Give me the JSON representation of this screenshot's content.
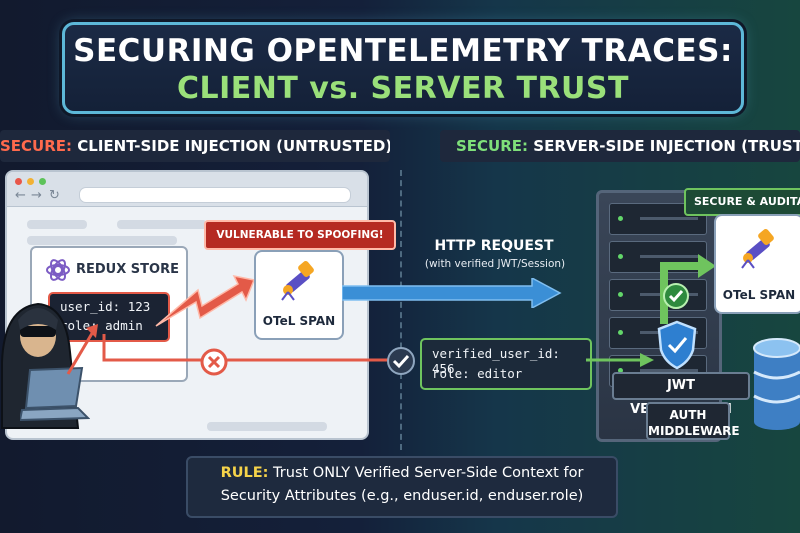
{
  "title": {
    "line1": "SECURING OPENTELEMETRY TRACES:",
    "line2": "CLIENT vs. SERVER TRUST"
  },
  "left_section": {
    "keyword": "SECURE:",
    "text": " CLIENT-SIDE INJECTION (UNTRUSTED)"
  },
  "right_section": {
    "keyword": "SECURE:",
    "text": " SERVER-SIDE INJECTION (TRUSTED)"
  },
  "redux_store": {
    "title": "REDUX STORE",
    "line1": "user_id: 123",
    "line2": "role: admin"
  },
  "vulnerable_badge": "VULNERABLE TO SPOOFING!",
  "otel_span_left": "OTeL SPAN",
  "otel_span_right": "OTeL SPAN",
  "http_request": {
    "label": "HTTP REQUEST",
    "sub": "(with verified JWT/Session)"
  },
  "verified_context": {
    "line1": "verified_user_id: 456",
    "line2": "role: editor"
  },
  "secure_badge": "SECURE & AUDITABLE",
  "jwt_verification": "JWT VERIFICATION",
  "auth_middleware": {
    "line1": "AUTH",
    "line2": "MIDDLEWARE"
  },
  "rule": {
    "keyword": "RULE:",
    "line1": " Trust ONLY Verified Server-Side Context for",
    "line2": "Security Attributes (e.g., enduser.id, enduser.role)"
  },
  "icons": [
    "redux-icon",
    "hacker-icon",
    "laptop-icon",
    "telescope-icon",
    "lightning-arrow-icon",
    "x-circle-icon",
    "check-circle-icon",
    "shield-icon",
    "database-icon",
    "server-rack-icon"
  ],
  "colors": {
    "danger": "#e35a48",
    "safe": "#6fc45e",
    "request_arrow": "#3b8fd6",
    "title_green": "#9ae07a"
  }
}
